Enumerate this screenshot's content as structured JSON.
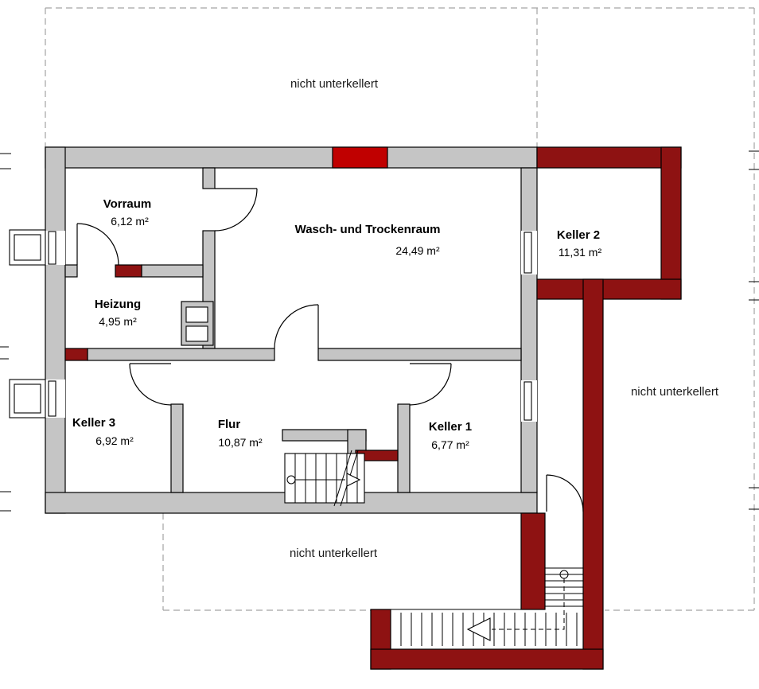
{
  "colors": {
    "wall_existing": "#c5c5c5",
    "wall_new": "#8e1212",
    "wall_accent": "#c00000",
    "boundary_dash": "#a3a3a3",
    "line": "#000000",
    "background": "#ffffff"
  },
  "annotations": {
    "top": "nicht unterkellert",
    "right": "nicht unterkellert",
    "bottom": "nicht unterkellert"
  },
  "rooms": {
    "vorraum": {
      "name": "Vorraum",
      "area": "6,12 m²"
    },
    "wasch_trockenraum": {
      "name": "Wasch- und Trockenraum",
      "area": "24,49 m²"
    },
    "keller2": {
      "name": "Keller 2",
      "area": "11,31 m²"
    },
    "heizung": {
      "name": "Heizung",
      "area": "4,95 m²"
    },
    "keller3": {
      "name": "Keller 3",
      "area": "6,92 m²"
    },
    "flur": {
      "name": "Flur",
      "area": "10,87 m²"
    },
    "keller1": {
      "name": "Keller 1",
      "area": "6,77 m²"
    }
  }
}
